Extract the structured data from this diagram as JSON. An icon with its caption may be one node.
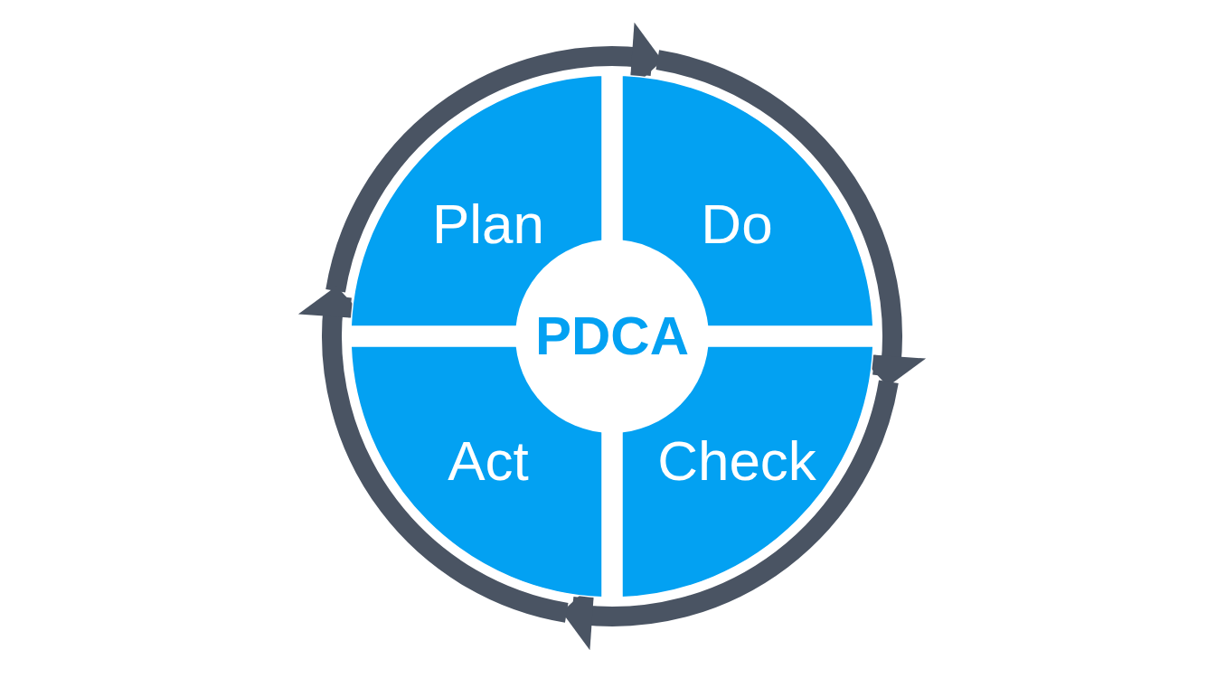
{
  "diagram": {
    "nodes": [
      {
        "text": [
          "Plan"
        ]
      },
      {
        "text": [
          "Do"
        ]
      },
      {
        "text": [
          "Check"
        ]
      },
      {
        "text": [
          "Act"
        ]
      },
      {
        "text": [
          "PDCA"
        ]
      }
    ],
    "edges": [
      {
        "from": 0,
        "to": 1,
        "arrow": "to"
      },
      {
        "from": 1,
        "to": 2,
        "arrow": "to"
      },
      {
        "from": 2,
        "to": 3,
        "arrow": "to"
      },
      {
        "from": 3,
        "to": 0,
        "arrow": "to"
      }
    ]
  }
}
